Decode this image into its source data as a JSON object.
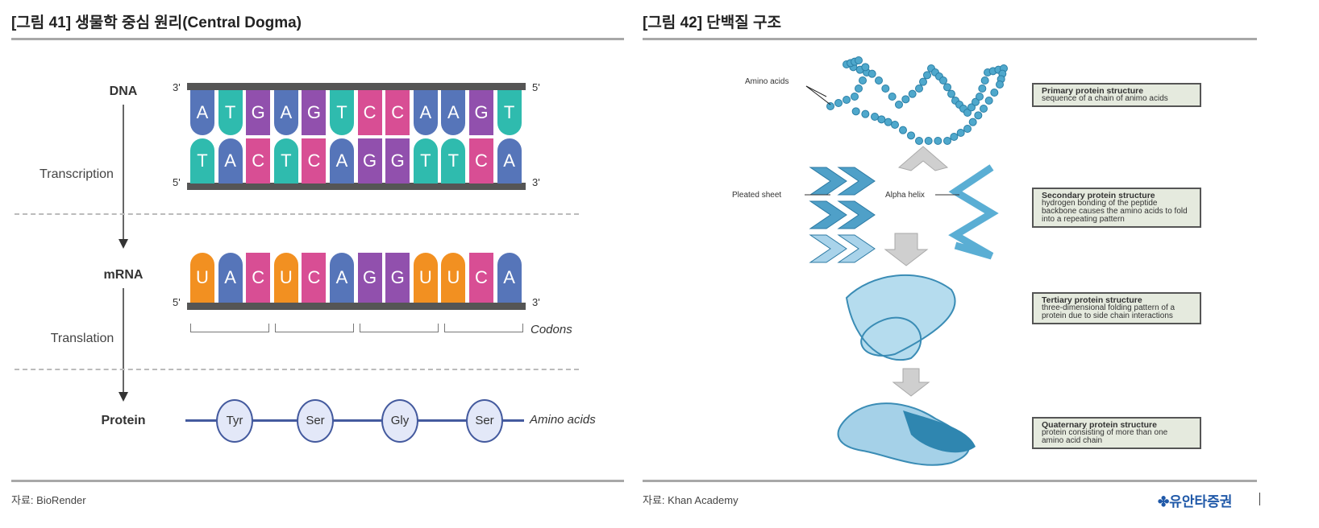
{
  "left": {
    "title": "[그림 41] 생물학 중심 원리(Central Dogma)",
    "source": "자료: BioRender",
    "labels": {
      "dna": "DNA",
      "transcription": "Transcription",
      "mrna": "mRNA",
      "translation": "Translation",
      "protein": "Protein"
    },
    "ends": {
      "dna_top_left": "3'",
      "dna_top_right": "5'",
      "dna_bottom_left": "5'",
      "dna_bottom_right": "3'",
      "mrna_left": "5'",
      "mrna_right": "3'"
    },
    "dna_top": [
      "A",
      "T",
      "G",
      "A",
      "G",
      "T",
      "C",
      "C",
      "A",
      "A",
      "G",
      "T"
    ],
    "dna_bottom": [
      "T",
      "A",
      "C",
      "T",
      "C",
      "A",
      "G",
      "G",
      "T",
      "T",
      "C",
      "A"
    ],
    "mrna": [
      "U",
      "A",
      "C",
      "U",
      "C",
      "A",
      "G",
      "G",
      "U",
      "U",
      "C",
      "A"
    ],
    "codons_label": "Codons",
    "amino_acids": [
      "Tyr",
      "Ser",
      "Gly",
      "Ser"
    ],
    "amino_acids_label": "Amino acids",
    "colors": {
      "A": "#5675b9",
      "T": "#2fbbae",
      "G": "#9150ad",
      "C": "#d84e94",
      "U": "#f29021"
    }
  },
  "right": {
    "title": "[그림 42] 단백질 구조",
    "source": "자료: Khan Academy",
    "labels": {
      "amino_acids": "Amino acids",
      "pleated_sheet": "Pleated sheet",
      "alpha_helix": "Alpha helix"
    },
    "boxes": [
      {
        "title": "Primary protein structure",
        "text": "sequence of a chain of animo acids"
      },
      {
        "title": "Secondary protein structure",
        "text": "hydrogen bonding of the peptide backbone causes the amino acids to fold into a repeating pattern"
      },
      {
        "title": "Tertiary protein structure",
        "text": "three-dimensional folding pattern of a protein due to side chain interactions"
      },
      {
        "title": "Quaternary protein structure",
        "text": "protein consisting of more than one amino acid chain"
      }
    ]
  },
  "brand": "유안타증권"
}
